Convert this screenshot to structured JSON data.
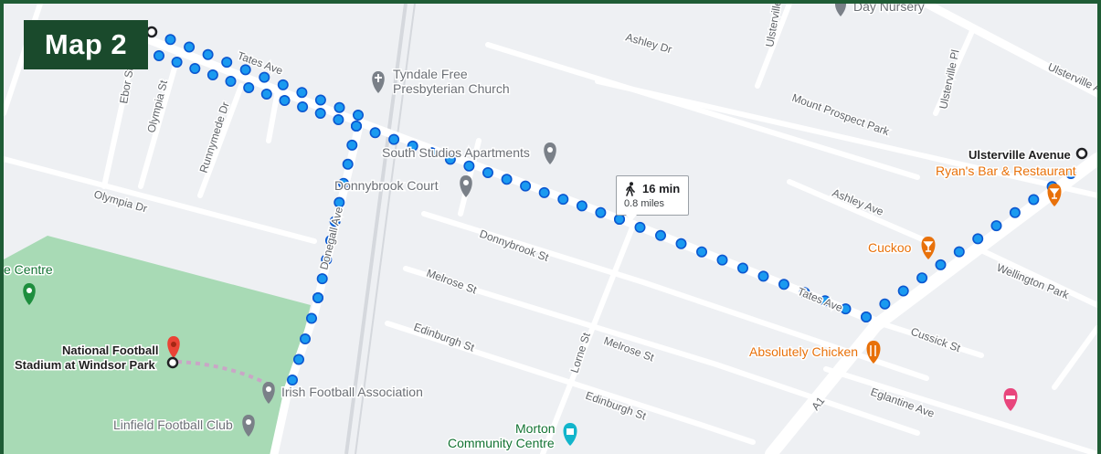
{
  "badge": {
    "label": "Map 2"
  },
  "travel": {
    "time": "16 min",
    "distance": "0.8 miles",
    "mode_icon": "walking-icon"
  },
  "endpoints": {
    "start": "Ulsterville Avenue",
    "end_line1": "National Football",
    "end_line2": "Stadium at Windsor Park"
  },
  "streets": {
    "tates_ave_1": "Tates Ave",
    "tates_ave_2": "Tates Ave",
    "ashley_dr": "Ashley Dr",
    "ashley_ave": "Ashley Ave",
    "mount_prospect_park": "Mount Prospect Park",
    "ulsterville_ave": "Ulsterville Ave",
    "ulsterville_ave_top": "Ulsterville",
    "ulsterville_pl": "Ulsterville Pl",
    "ebor_st": "Ebor St",
    "olympia_st": "Olympia St",
    "olympia_dr": "Olympia Dr",
    "runnymede_dr": "Runnymede Dr",
    "donegall_ave": "Donegall Ave",
    "donnybrook_st": "Donnybrook St",
    "melrose_st_1": "Melrose St",
    "melrose_st_2": "Melrose St",
    "edinburgh_st_1": "Edinburgh St",
    "edinburgh_st_2": "Edinburgh St",
    "lorne_st": "Lorne St",
    "wellington_park": "Wellington Park",
    "cussick_st": "Cussick St",
    "eglantine_ave": "Eglantine Ave",
    "a1": "A1"
  },
  "pois": {
    "tyndale_line1": "Tyndale Free",
    "tyndale_line2": "Presbyterian Church",
    "south_studios": "South Studios Apartments",
    "donnybrook_court": "Donnybrook Court",
    "day_nursery": "Day Nursery",
    "ryans": "Ryan's Bar & Restaurant",
    "cuckoo": "Cuckoo",
    "absolutely_chicken": "Absolutely Chicken",
    "irish_fa": "Irish Football Association",
    "linfield": "Linfield Football Club",
    "centre": "e Centre",
    "morton_line1": "Morton",
    "morton_line2": "Community Centre"
  },
  "colors": {
    "frame": "#1f5c35",
    "badge": "#1a4a2c",
    "route_dot": "#1a9af0",
    "route_dot_stroke": "#0b57d0",
    "park": "#a8dab5",
    "map_bg": "#eef0f3"
  }
}
